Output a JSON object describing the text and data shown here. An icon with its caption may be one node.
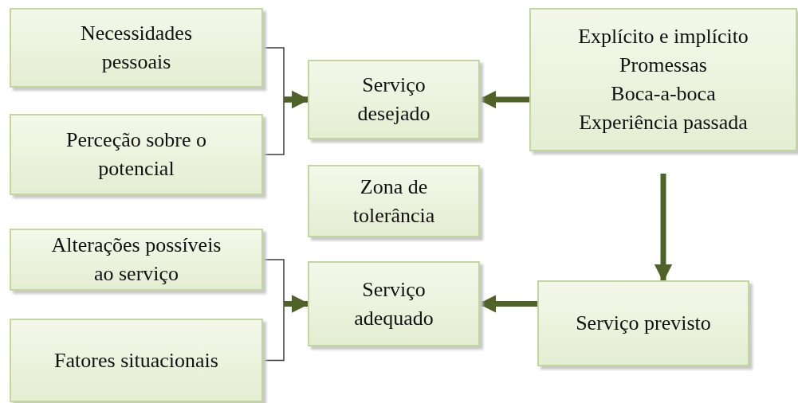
{
  "diagram": {
    "nodes": [
      {
        "text": [
          "Necessidades pessoais"
        ]
      },
      {
        "text": [
          "Perceção sobre o potencial"
        ]
      },
      {
        "text": [
          "Serviço desejado"
        ]
      },
      {
        "text": [
          "Explícito e implícito",
          "Promessas",
          "Boca-a-boca",
          "Experiência passada"
        ]
      },
      {
        "text": [
          "Zona de tolerância"
        ]
      },
      {
        "text": [
          "Alterações possíveis ao serviço"
        ]
      },
      {
        "text": [
          "Fatores situacionais"
        ]
      },
      {
        "text": [
          "Serviço adequado"
        ]
      },
      {
        "text": [
          "Serviço previsto"
        ]
      }
    ],
    "edges": [
      {
        "from": 0,
        "to": 2,
        "arrow": "to"
      },
      {
        "from": 1,
        "to": 2,
        "arrow": "to"
      },
      {
        "from": 3,
        "to": 2,
        "arrow": "to",
        "style": "thick"
      },
      {
        "from": 3,
        "to": 8,
        "arrow": "to",
        "style": "thick"
      },
      {
        "from": 5,
        "to": 7,
        "arrow": "to"
      },
      {
        "from": 6,
        "to": 7,
        "arrow": "to"
      },
      {
        "from": 8,
        "to": 7,
        "arrow": "to",
        "style": "thick"
      }
    ]
  }
}
